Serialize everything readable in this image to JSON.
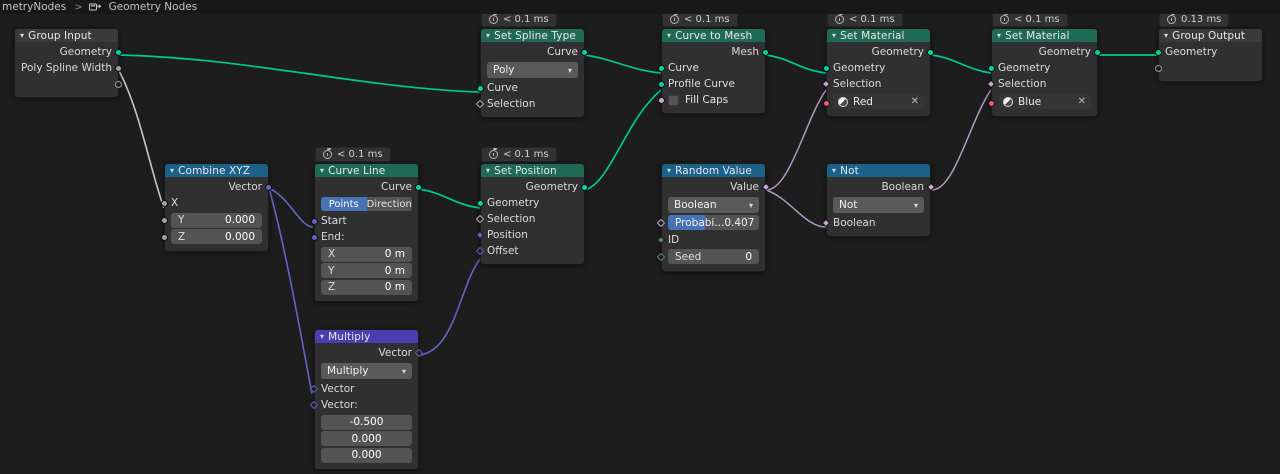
{
  "breadcrumb": {
    "scene": "metryNodes",
    "separator": ">",
    "modifier": "Geometry Nodes",
    "node_icon": "geometry-nodes-icon"
  },
  "colors": {
    "background": "#1d1d1d",
    "header_geometry": "#1f6a55",
    "header_converter": "#1b6189",
    "header_vector": "#4a3fb0",
    "header_group": "#3a3a3a",
    "socket_geometry": "#00d6a3",
    "socket_vector": "#6363c7",
    "socket_boolean": "#cca6d6",
    "socket_integer": "#598c5c",
    "socket_material": "#ee5a76",
    "accent_blue": "#4772b3"
  },
  "nodes": [
    {
      "id": "group-input",
      "title": "Group Input",
      "outputs": [
        "Geometry",
        "Poly Spline Width",
        ""
      ]
    },
    {
      "id": "combine-xyz",
      "title": "Combine XYZ",
      "outputs": [
        "Vector"
      ],
      "inputs": [
        "X"
      ],
      "fields": [
        {
          "label": "Y",
          "value": "0.000"
        },
        {
          "label": "Z",
          "value": "0.000"
        }
      ]
    },
    {
      "id": "curve-line",
      "title": "Curve Line",
      "timing": "< 0.1 ms",
      "outputs": [
        "Curve"
      ],
      "toggle": {
        "options": [
          "Points",
          "Direction"
        ],
        "selected": "Points"
      },
      "inputs": [
        "Start",
        "End:"
      ],
      "fields": [
        {
          "label": "X",
          "value": "0 m"
        },
        {
          "label": "Y",
          "value": "0 m"
        },
        {
          "label": "Z",
          "value": "0 m"
        }
      ]
    },
    {
      "id": "multiply",
      "title": "Multiply",
      "outputs": [
        "Vector"
      ],
      "dropdown": "Multiply",
      "inputs": [
        "Vector",
        "Vector:"
      ],
      "fields": [
        {
          "value": "-0.500"
        },
        {
          "value": "0.000"
        },
        {
          "value": "0.000"
        }
      ]
    },
    {
      "id": "set-spline-type",
      "title": "Set Spline Type",
      "timing": "< 0.1 ms",
      "outputs": [
        "Curve"
      ],
      "dropdown": "Poly",
      "inputs": [
        "Curve",
        "Selection"
      ]
    },
    {
      "id": "set-position",
      "title": "Set Position",
      "timing": "< 0.1 ms",
      "outputs": [
        "Geometry"
      ],
      "inputs": [
        "Geometry",
        "Selection",
        "Position",
        "Offset"
      ]
    },
    {
      "id": "curve-to-mesh",
      "title": "Curve to Mesh",
      "timing": "< 0.1 ms",
      "outputs": [
        "Mesh"
      ],
      "inputs": [
        "Curve",
        "Profile Curve"
      ],
      "checkbox": {
        "label": "Fill Caps",
        "checked": false
      }
    },
    {
      "id": "random-value",
      "title": "Random Value",
      "outputs": [
        "Value"
      ],
      "dropdown": "Boolean",
      "slider": {
        "label": "Probabi...",
        "value": "0.407",
        "fill_pct": 40.7
      },
      "inputs": [
        "ID"
      ],
      "fields": [
        {
          "label": "Seed",
          "value": "0"
        }
      ]
    },
    {
      "id": "not",
      "title": "Not",
      "outputs": [
        "Boolean"
      ],
      "dropdown": "Not",
      "inputs": [
        "Boolean"
      ]
    },
    {
      "id": "set-material-red",
      "title": "Set Material",
      "timing": "< 0.1 ms",
      "outputs": [
        "Geometry"
      ],
      "inputs": [
        "Geometry",
        "Selection"
      ],
      "material": {
        "name": "Red",
        "clear": "✕"
      }
    },
    {
      "id": "set-material-blue",
      "title": "Set Material",
      "timing": "< 0.1 ms",
      "outputs": [
        "Geometry"
      ],
      "inputs": [
        "Geometry",
        "Selection"
      ],
      "material": {
        "name": "Blue",
        "clear": "✕"
      }
    },
    {
      "id": "group-output",
      "title": "Group Output",
      "timing": "0.13 ms",
      "inputs": [
        "Geometry",
        ""
      ]
    }
  ]
}
